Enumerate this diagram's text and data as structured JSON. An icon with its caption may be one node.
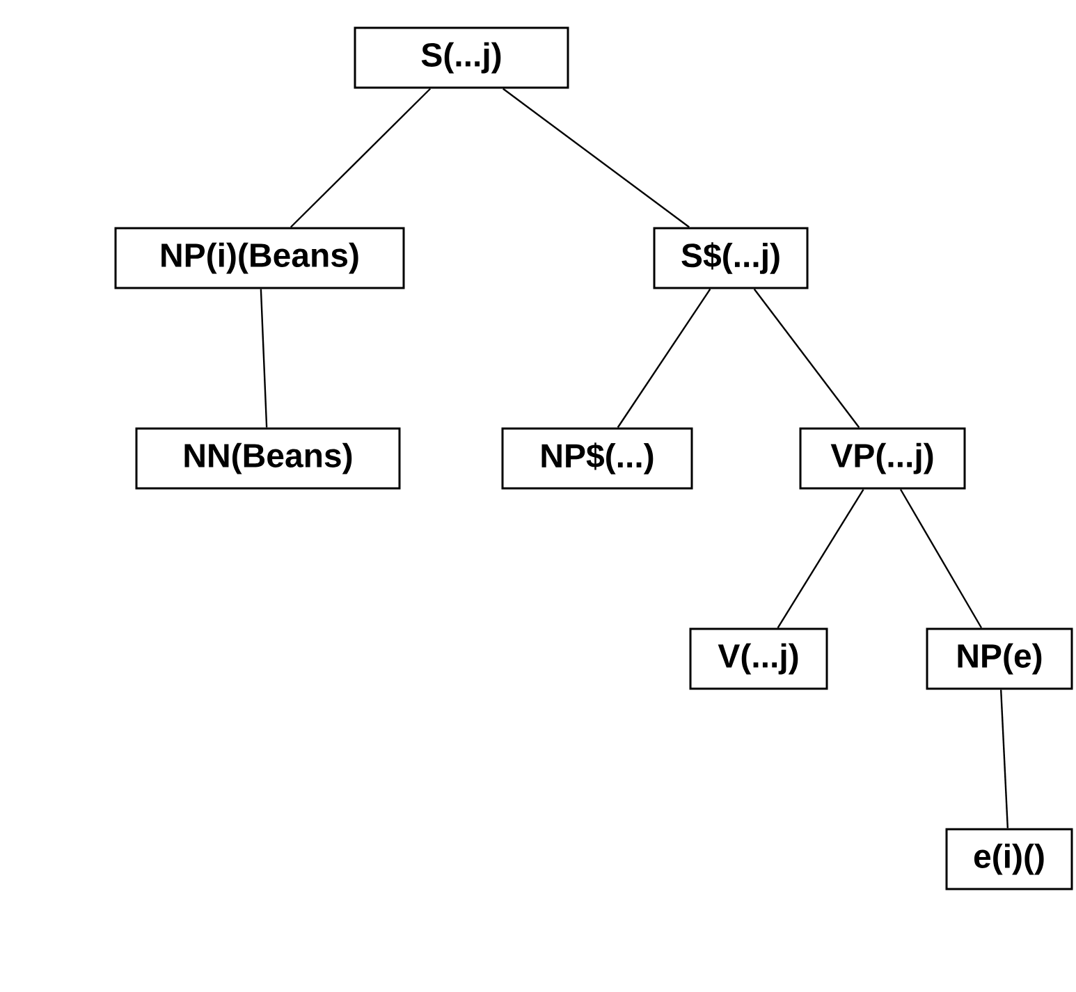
{
  "diagram": {
    "nodes": [
      {
        "text": [
          "S(...j)"
        ]
      },
      {
        "text": [
          "NP(i)(Beans)"
        ]
      },
      {
        "text": [
          "S$(...j)"
        ]
      },
      {
        "text": [
          "NN(Beans)"
        ]
      },
      {
        "text": [
          "NP$(...)"
        ]
      },
      {
        "text": [
          "VP(...j)"
        ]
      },
      {
        "text": [
          "V(...j)"
        ]
      },
      {
        "text": [
          "NP(e)"
        ]
      },
      {
        "text": [
          "e(i)()"
        ]
      }
    ],
    "edges": [
      {
        "from": 0,
        "to": 1,
        "arrow": "none"
      },
      {
        "from": 0,
        "to": 2,
        "arrow": "none"
      },
      {
        "from": 1,
        "to": 3,
        "arrow": "none"
      },
      {
        "from": 2,
        "to": 4,
        "arrow": "none"
      },
      {
        "from": 2,
        "to": 5,
        "arrow": "none"
      },
      {
        "from": 5,
        "to": 6,
        "arrow": "none"
      },
      {
        "from": 5,
        "to": 7,
        "arrow": "none"
      },
      {
        "from": 7,
        "to": 8,
        "arrow": "none"
      }
    ]
  }
}
